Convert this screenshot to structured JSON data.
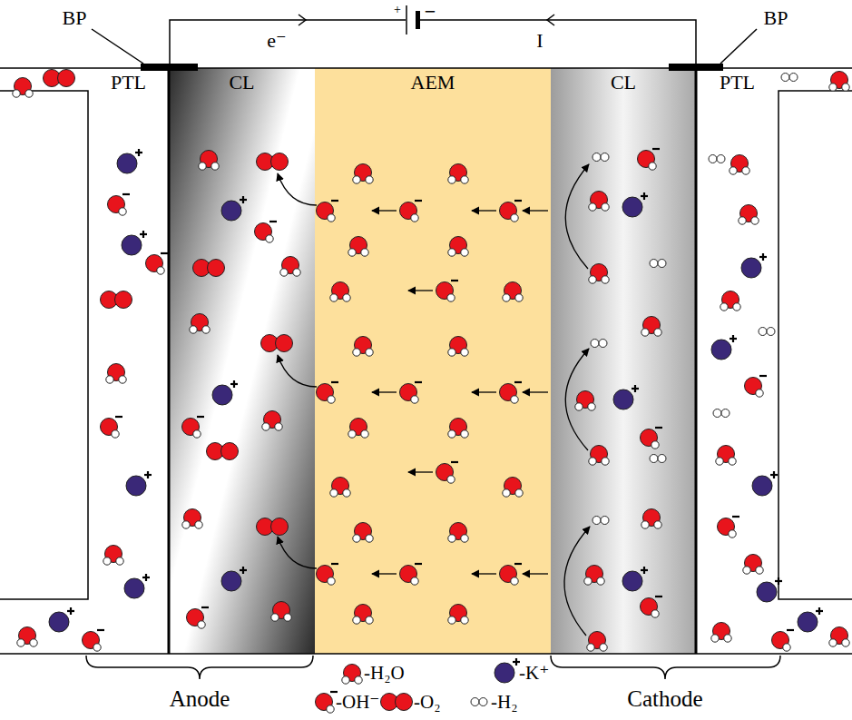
{
  "diagram": {
    "nodes": [
      {
        "text": [
          "PTL"
        ]
      },
      {
        "text": [
          "CL"
        ]
      },
      {
        "text": [
          "AEM"
        ]
      },
      {
        "text": [
          "CL"
        ]
      },
      {
        "text": [
          "PTL"
        ]
      }
    ],
    "labels": [
      "BP",
      "+",
      "−",
      "BP",
      "e⁻",
      "I",
      "Anode",
      "Cathode"
    ],
    "legend": [
      {
        "text": "-H₂O"
      },
      {
        "text": "-K⁺"
      },
      {
        "text": "-OH⁻"
      },
      {
        "text": "-O₂"
      },
      {
        "text": "-H₂"
      }
    ]
  }
}
